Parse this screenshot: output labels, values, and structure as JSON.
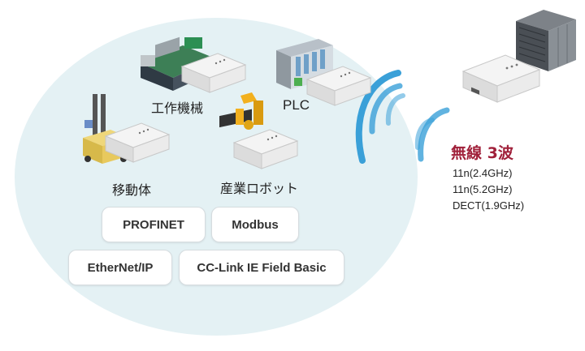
{
  "machines": {
    "machine_tool": "工作機械",
    "plc": "PLC",
    "mobile": "移動体",
    "robot": "産業ロボット"
  },
  "protocols": [
    "PROFINET",
    "Modbus",
    "EtherNet/IP",
    "CC-Link IE Field Basic"
  ],
  "wireless": {
    "title": "無線 3波",
    "bands": [
      "11n(2.4GHz)",
      "11n(5.2GHz)",
      "DECT(1.9GHz)"
    ]
  },
  "colors": {
    "ellipse": "#e4f1f4",
    "accent": "#a0203a",
    "wave": "#3aa0d8"
  }
}
